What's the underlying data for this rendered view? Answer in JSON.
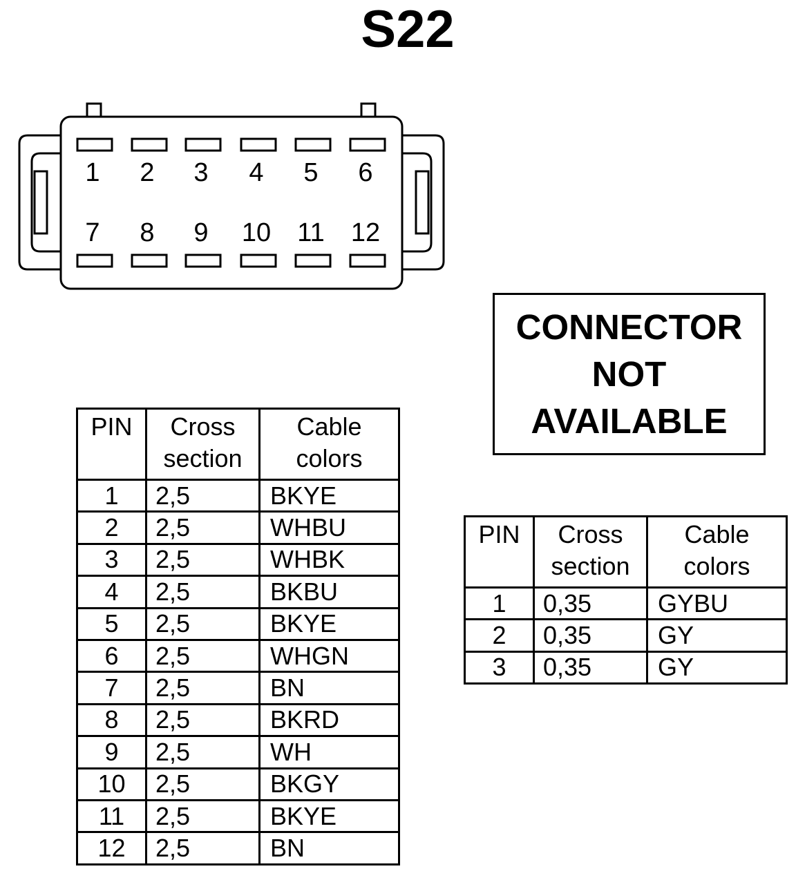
{
  "title": "S22",
  "connector": {
    "top_row_pins": [
      "1",
      "2",
      "3",
      "4",
      "5",
      "6"
    ],
    "bottom_row_pins": [
      "7",
      "8",
      "9",
      "10",
      "11",
      "12"
    ]
  },
  "not_available_label": "CONNECTOR\nNOT\nAVAILABLE",
  "main_table": {
    "headers": [
      "PIN",
      "Cross\nsection",
      "Cable\ncolors"
    ],
    "rows": [
      {
        "pin": "1",
        "cross_section": "2,5",
        "cable_colors": "BKYE"
      },
      {
        "pin": "2",
        "cross_section": "2,5",
        "cable_colors": "WHBU"
      },
      {
        "pin": "3",
        "cross_section": "2,5",
        "cable_colors": "WHBK"
      },
      {
        "pin": "4",
        "cross_section": "2,5",
        "cable_colors": "BKBU"
      },
      {
        "pin": "5",
        "cross_section": "2,5",
        "cable_colors": "BKYE"
      },
      {
        "pin": "6",
        "cross_section": "2,5",
        "cable_colors": " WHGN"
      },
      {
        "pin": "7",
        "cross_section": "2,5",
        "cable_colors": "BN"
      },
      {
        "pin": "8",
        "cross_section": "2,5",
        "cable_colors": "BKRD"
      },
      {
        "pin": "9",
        "cross_section": "2,5",
        "cable_colors": "WH"
      },
      {
        "pin": "10",
        "cross_section": "2,5",
        "cable_colors": "BKGY"
      },
      {
        "pin": "11",
        "cross_section": "2,5",
        "cable_colors": "BKYE"
      },
      {
        "pin": "12",
        "cross_section": "2,5",
        "cable_colors": "BN"
      }
    ]
  },
  "small_table": {
    "headers": [
      "PIN",
      "Cross\nsection",
      "Cable\ncolors"
    ],
    "rows": [
      {
        "pin": "1",
        "cross_section": "0,35",
        "cable_colors": "GYBU"
      },
      {
        "pin": "2",
        "cross_section": "0,35",
        "cable_colors": "GY"
      },
      {
        "pin": "3",
        "cross_section": "0,35",
        "cable_colors": "GY"
      }
    ]
  }
}
